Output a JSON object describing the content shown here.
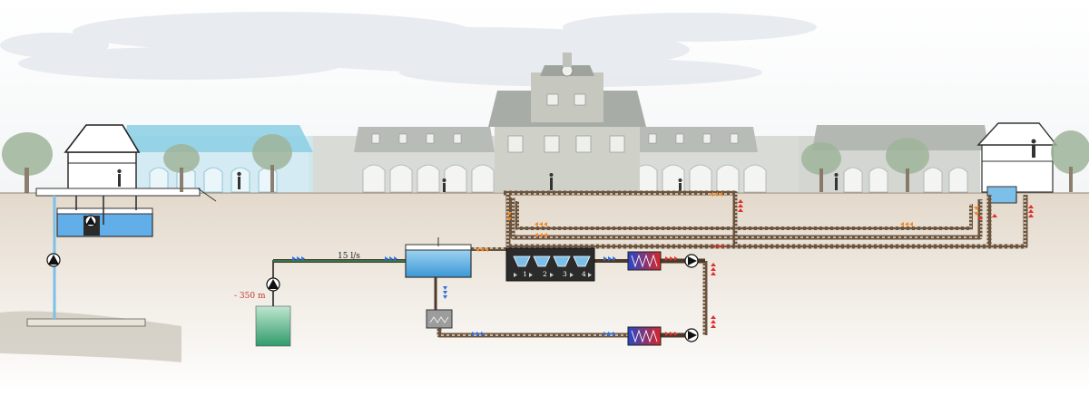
{
  "labels": {
    "flow_rate": "15 l/s",
    "depth": "- 350 m",
    "stage_1": "1",
    "stage_2": "2",
    "stage_3": "3",
    "stage_4": "4"
  },
  "colors": {
    "sky": "#e9edf0",
    "ground": "#e6ddd0",
    "water_blue": "#4fa3df",
    "deep_water_green": "#3fa77a",
    "pipe_brown": "#5a4632",
    "flow_blue": "#2f6fe0",
    "flow_red": "#e0302a",
    "flow_orange": "#ef8a2a",
    "treatment_box": "#2b2b2b",
    "heat_exchanger_red": "#d7262b",
    "heat_exchanger_blue": "#2547c9",
    "building": "#c9cdc8",
    "glass_wing": "#8fd0e6"
  },
  "icons": {
    "pump": "pump-triangle-icon",
    "flow_arrow": "flow-chevron-icon",
    "heat_exchanger": "heat-exchanger-icon",
    "filter": "filter-icon",
    "tree": "tree-icon",
    "person": "person-silhouette-icon"
  }
}
